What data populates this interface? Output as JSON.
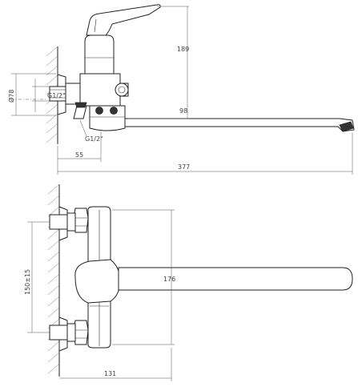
{
  "dimensions": {
    "height_top": "189",
    "dia_78": "Ø78",
    "thread_half": "G1/2\"",
    "spout_98": "98",
    "thread_bottom": "G1/2\"",
    "depth_55": "55",
    "length_377": "377",
    "spacing": "150±15",
    "height_176": "176",
    "depth_131": "131"
  }
}
